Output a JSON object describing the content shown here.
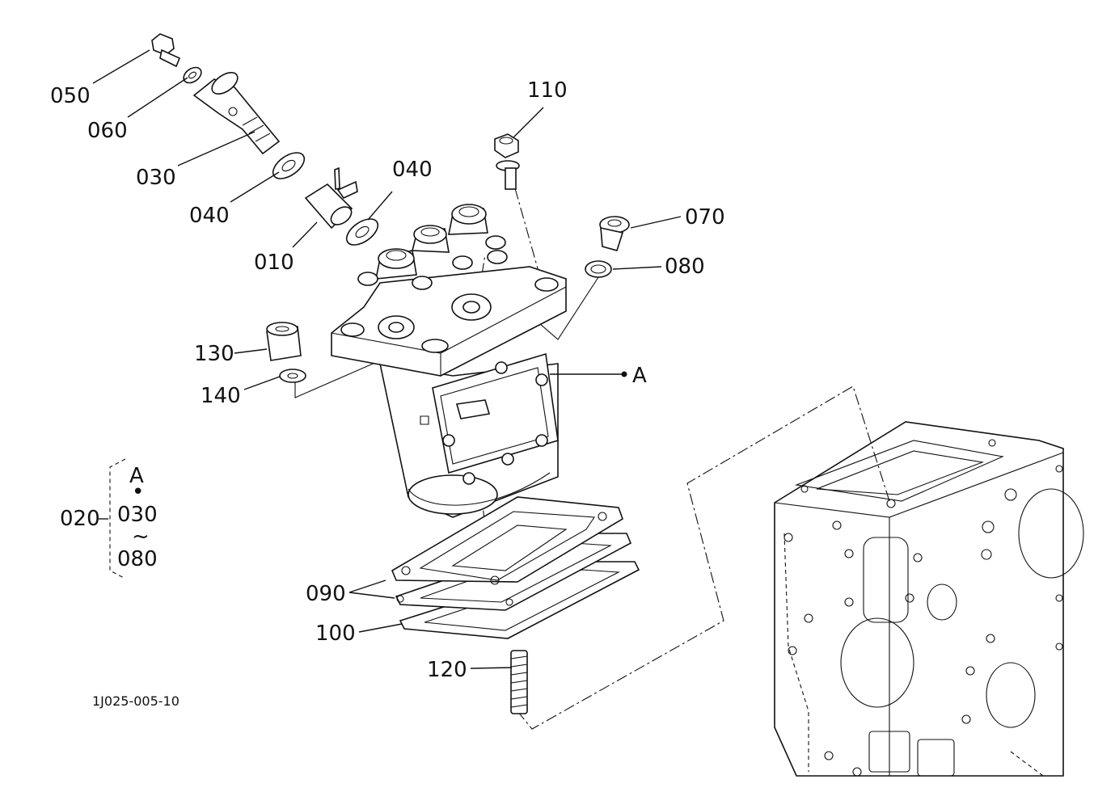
{
  "diagram_code": "1J025-005-10",
  "callouts": {
    "p010": "010",
    "p030": "030",
    "p040a": "040",
    "p040b": "040",
    "p050": "050",
    "p060": "060",
    "p070": "070",
    "p080": "080",
    "p090": "090",
    "p100": "100",
    "p110": "110",
    "p120": "120",
    "p130": "130",
    "p140": "140",
    "ref_a": "A"
  },
  "assembly_note": {
    "part": "020",
    "line1": "A",
    "dot": "•",
    "line2": "030",
    "range": "~",
    "line3": "080"
  }
}
